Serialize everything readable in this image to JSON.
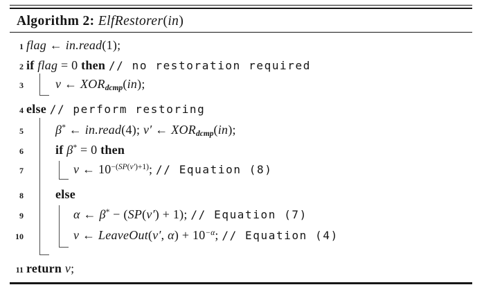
{
  "colors": {
    "text": "#151515",
    "rule": "#161616",
    "block_line": "#4d4d4d",
    "background": "#ffffff"
  },
  "title": {
    "segments": [
      {
        "t": "Algorithm 2: ",
        "c": "k"
      },
      {
        "t": "ElfRestorer",
        "c": "v"
      },
      {
        "t": "(",
        "c": "r"
      },
      {
        "t": "in",
        "c": "v"
      },
      {
        "t": ")",
        "c": "r"
      }
    ]
  },
  "lines": [
    {
      "num": "1",
      "indent": 0,
      "segments": [
        {
          "t": "flag",
          "c": "v"
        },
        {
          "t": " ← ",
          "c": "r"
        },
        {
          "t": "in.read",
          "c": "v"
        },
        {
          "t": "(1);",
          "c": "r"
        }
      ]
    },
    {
      "num": "2",
      "indent": 0,
      "segments": [
        {
          "t": "if ",
          "c": "k"
        },
        {
          "t": "flag",
          "c": "v"
        },
        {
          "t": " = 0 ",
          "c": "r"
        },
        {
          "t": "then ",
          "c": "k"
        },
        {
          "t": "// no restoration required",
          "c": "c"
        }
      ]
    },
    {
      "num": "3",
      "indent": 1,
      "segments": [
        {
          "t": "v",
          "c": "v"
        },
        {
          "t": " ← ",
          "c": "r"
        },
        {
          "t": "XOR",
          "c": "v"
        },
        {
          "t": "dcmp",
          "c": "sub"
        },
        {
          "t": "(",
          "c": "r"
        },
        {
          "t": "in",
          "c": "v"
        },
        {
          "t": ");",
          "c": "r"
        }
      ]
    },
    {
      "num": "4",
      "indent": 0,
      "segments": [
        {
          "t": "else ",
          "c": "k"
        },
        {
          "t": "// perform restoring",
          "c": "c"
        }
      ]
    },
    {
      "num": "5",
      "indent": 1,
      "segments": [
        {
          "t": "β",
          "c": "v"
        },
        {
          "t": "*",
          "c": "sup"
        },
        {
          "t": " ← ",
          "c": "r"
        },
        {
          "t": "in.read",
          "c": "v"
        },
        {
          "t": "(4); ",
          "c": "r"
        },
        {
          "t": "v′",
          "c": "v"
        },
        {
          "t": " ← ",
          "c": "r"
        },
        {
          "t": "XOR",
          "c": "v"
        },
        {
          "t": "dcmp",
          "c": "sub"
        },
        {
          "t": "(",
          "c": "r"
        },
        {
          "t": "in",
          "c": "v"
        },
        {
          "t": ");",
          "c": "r"
        }
      ]
    },
    {
      "num": "6",
      "indent": 1,
      "segments": [
        {
          "t": "if ",
          "c": "k"
        },
        {
          "t": "β",
          "c": "v"
        },
        {
          "t": "*",
          "c": "sup"
        },
        {
          "t": " = 0 ",
          "c": "r"
        },
        {
          "t": "then",
          "c": "k"
        }
      ]
    },
    {
      "num": "7",
      "indent": 2,
      "segments": [
        {
          "t": "v",
          "c": "v"
        },
        {
          "t": " ← 10",
          "c": "r"
        },
        {
          "t": "−(",
          "c": "sup"
        },
        {
          "t": "SP",
          "c": "supv"
        },
        {
          "t": "(",
          "c": "sup"
        },
        {
          "t": "v′",
          "c": "supv"
        },
        {
          "t": ")+1)",
          "c": "sup"
        },
        {
          "t": "; ",
          "c": "r"
        },
        {
          "t": "// Equation (8)",
          "c": "c"
        }
      ]
    },
    {
      "num": "8",
      "indent": 1,
      "segments": [
        {
          "t": "else",
          "c": "k"
        }
      ]
    },
    {
      "num": "9",
      "indent": 2,
      "segments": [
        {
          "t": "α",
          "c": "v"
        },
        {
          "t": " ← ",
          "c": "r"
        },
        {
          "t": "β",
          "c": "v"
        },
        {
          "t": "*",
          "c": "sup"
        },
        {
          "t": " − (",
          "c": "r"
        },
        {
          "t": "SP",
          "c": "v"
        },
        {
          "t": "(",
          "c": "r"
        },
        {
          "t": "v′",
          "c": "v"
        },
        {
          "t": ") + 1); ",
          "c": "r"
        },
        {
          "t": "// Equation (7)",
          "c": "c"
        }
      ]
    },
    {
      "num": "10",
      "indent": 2,
      "segments": [
        {
          "t": "v",
          "c": "v"
        },
        {
          "t": " ← ",
          "c": "r"
        },
        {
          "t": "LeaveOut",
          "c": "v"
        },
        {
          "t": "(",
          "c": "r"
        },
        {
          "t": "v′",
          "c": "v"
        },
        {
          "t": ", ",
          "c": "r"
        },
        {
          "t": "α",
          "c": "v"
        },
        {
          "t": ") + 10",
          "c": "r"
        },
        {
          "t": "−α",
          "c": "supv"
        },
        {
          "t": "; ",
          "c": "r"
        },
        {
          "t": "// Equation (4)",
          "c": "c"
        }
      ]
    },
    {
      "num": "11",
      "indent": 0,
      "segments": [
        {
          "t": "return ",
          "c": "k"
        },
        {
          "t": "v",
          "c": "v"
        },
        {
          "t": ";",
          "c": "r"
        }
      ]
    }
  ]
}
